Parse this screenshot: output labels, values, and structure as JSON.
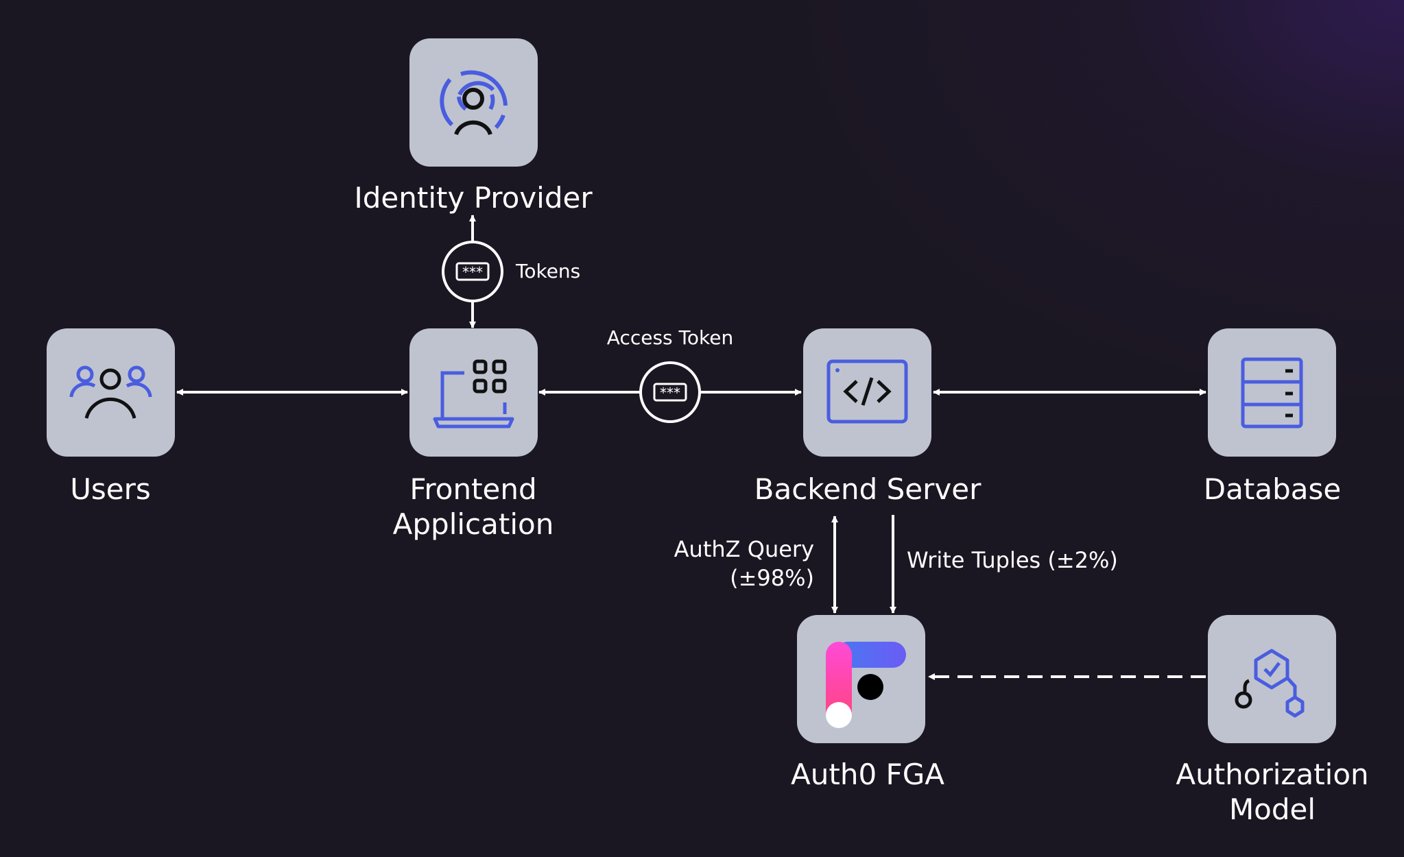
{
  "nodes": {
    "identity_provider": {
      "label": "Identity Provider",
      "icon": "identity-broadcast-icon"
    },
    "users": {
      "label": "Users",
      "icon": "users-group-icon"
    },
    "frontend": {
      "label_line1": "Frontend",
      "label_line2": "Application",
      "icon": "laptop-apps-icon"
    },
    "backend": {
      "label": "Backend Server",
      "icon": "code-window-icon"
    },
    "database": {
      "label": "Database",
      "icon": "server-stack-icon"
    },
    "fga": {
      "label": "Auth0 FGA",
      "icon": "auth0-fga-logo"
    },
    "auth_model": {
      "label_line1": "Authorization",
      "label_line2": "Model",
      "icon": "model-graph-check-icon"
    }
  },
  "edges": {
    "tokens": "Tokens",
    "access_token": "Access Token",
    "authz_query_line1": "AuthZ Query",
    "authz_query_line2": "(±98%)",
    "write_tuples": "Write Tuples (±2%)"
  },
  "colors": {
    "background": "#1b1722",
    "node": "#bec3cf",
    "accent": "#4a5de0"
  }
}
